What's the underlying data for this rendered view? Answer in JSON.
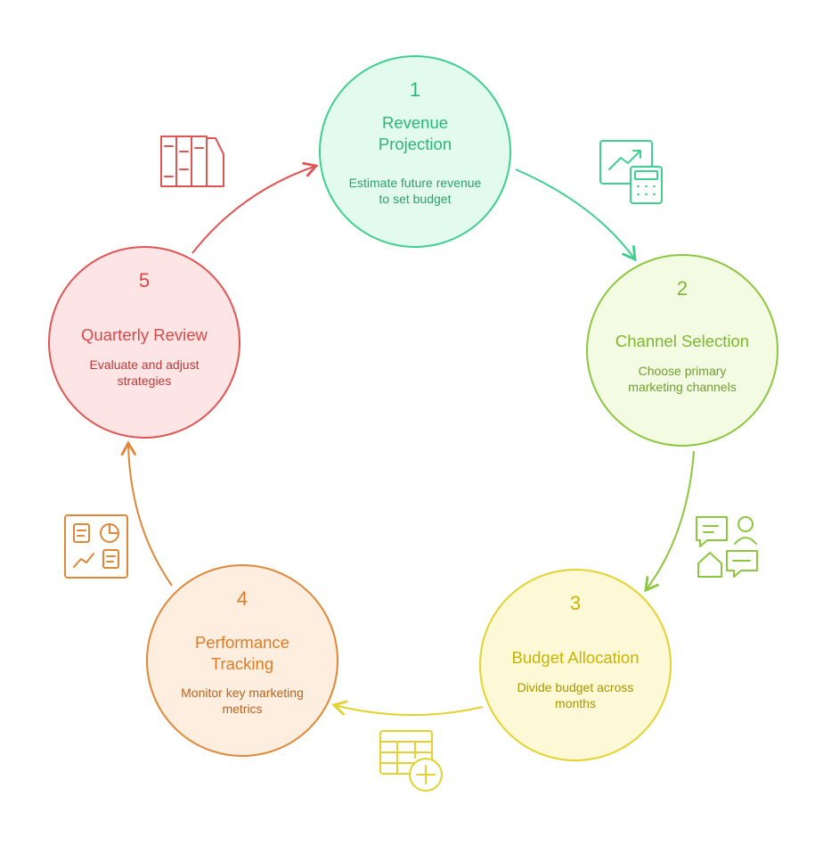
{
  "steps": [
    {
      "number": "1",
      "title": "Revenue\nProjection",
      "description": "Estimate future revenue\nto set budget",
      "stroke": "#3fcf8e",
      "fill": "#e3fbef",
      "title_color": "#2bb673",
      "desc_color": "#2f9e6a"
    },
    {
      "number": "2",
      "title": "Channel Selection",
      "description": "Choose primary\nmarketing channels",
      "stroke": "#8dc63f",
      "fill": "#f3fbe3",
      "title_color": "#7cb82f",
      "desc_color": "#6e9e2f"
    },
    {
      "number": "3",
      "title": "Budget Allocation",
      "description": "Divide budget across\nmonths",
      "stroke": "#e3d22f",
      "fill": "#fdf9d6",
      "title_color": "#c9b400",
      "desc_color": "#a89600"
    },
    {
      "number": "4",
      "title": "Performance\nTracking",
      "description": "Monitor key marketing\nmetrics",
      "stroke": "#e0883a",
      "fill": "#fdeee0",
      "title_color": "#e07b25",
      "desc_color": "#b9651f"
    },
    {
      "number": "5",
      "title": "Quarterly Review",
      "description": "Evaluate and adjust\nstrategies",
      "stroke": "#e05555",
      "fill": "#fde5e5",
      "title_color": "#d94848",
      "desc_color": "#b83c3c"
    }
  ],
  "icons": [
    "finance-calculator-icon",
    "chat-user-home-icon",
    "table-add-icon",
    "dashboard-report-icon",
    "book-shelf-icon"
  ]
}
